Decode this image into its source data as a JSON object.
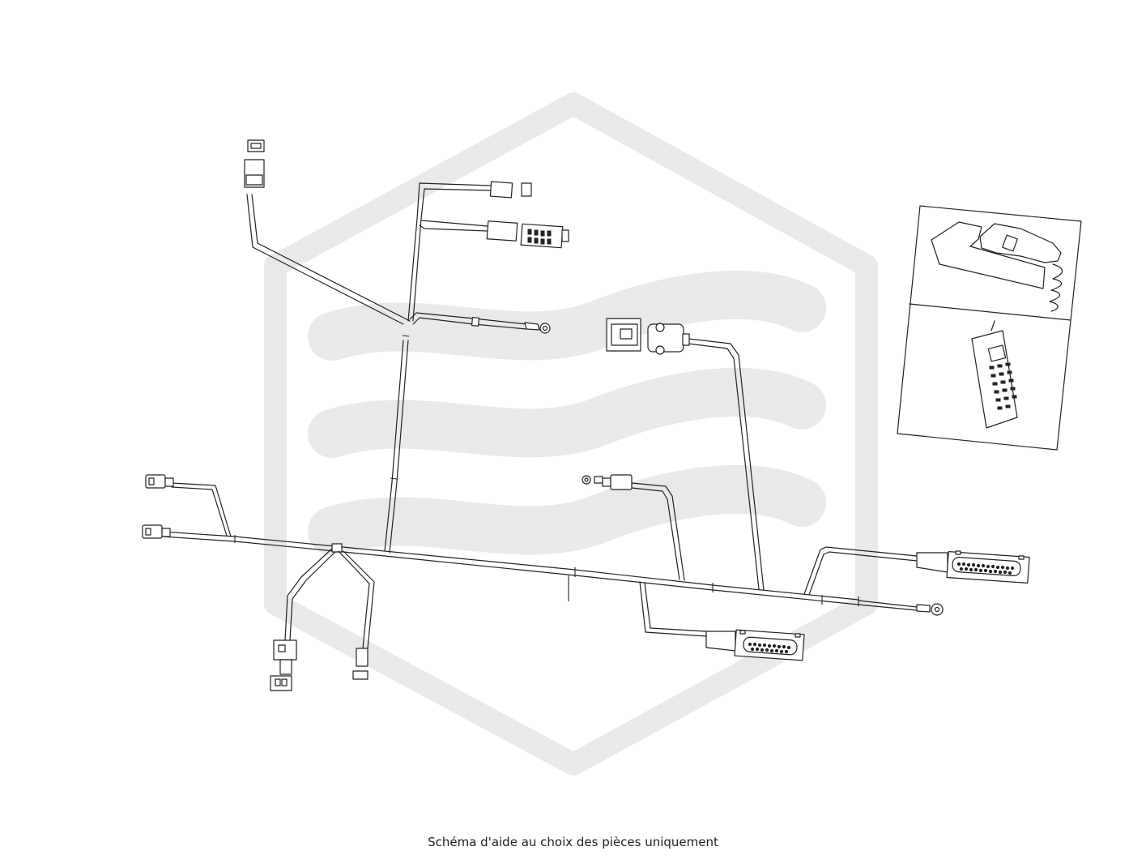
{
  "caption": "Schéma d'aide au choix des pièces uniquement",
  "colors": {
    "line": "#222222",
    "watermark": "#e9e9e9",
    "background": "#ffffff"
  },
  "icons": [
    "watermark-logo",
    "wiring-harness",
    "connector",
    "ring-terminal",
    "desk-handset-icon",
    "handheld-remote-icon"
  ]
}
